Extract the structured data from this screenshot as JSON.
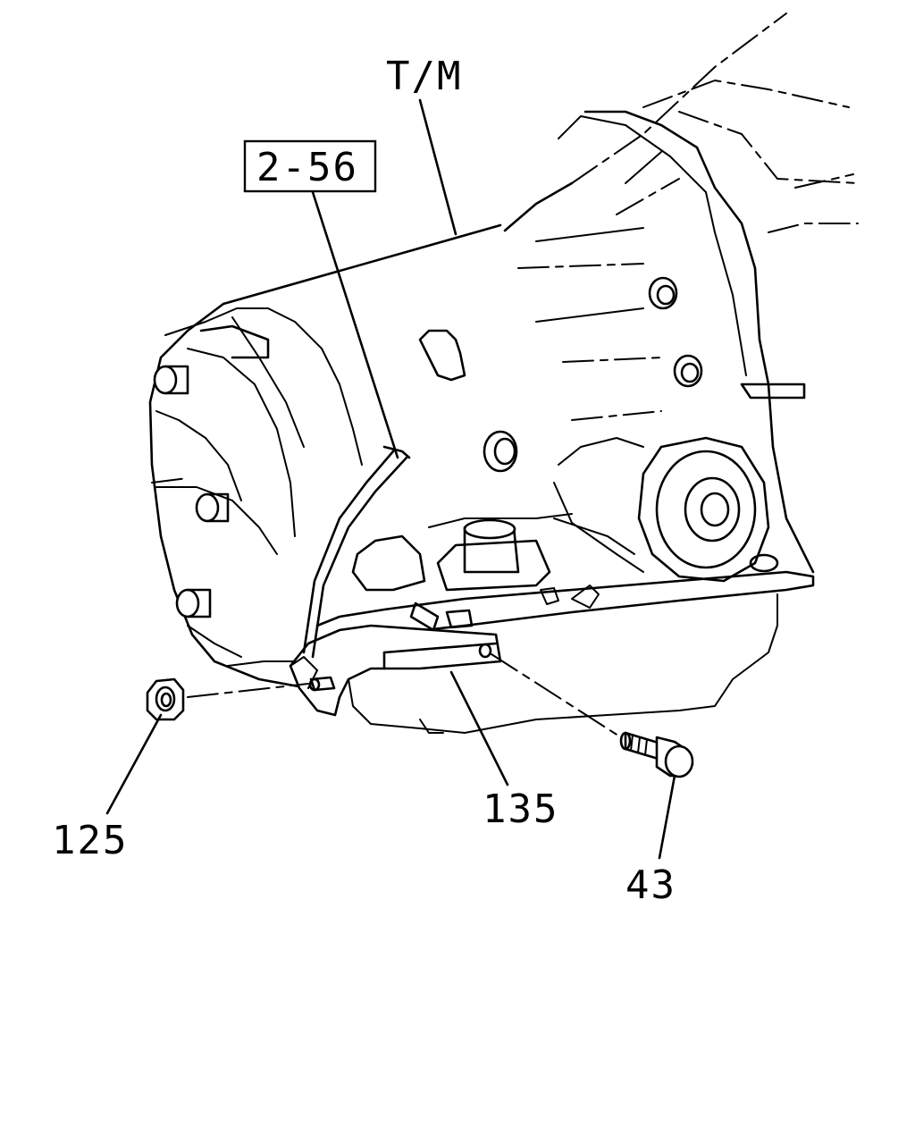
{
  "callouts": {
    "tm": "T/M",
    "ref_box": "2-56",
    "nut": "125",
    "bracket": "135",
    "bolt": "43"
  }
}
